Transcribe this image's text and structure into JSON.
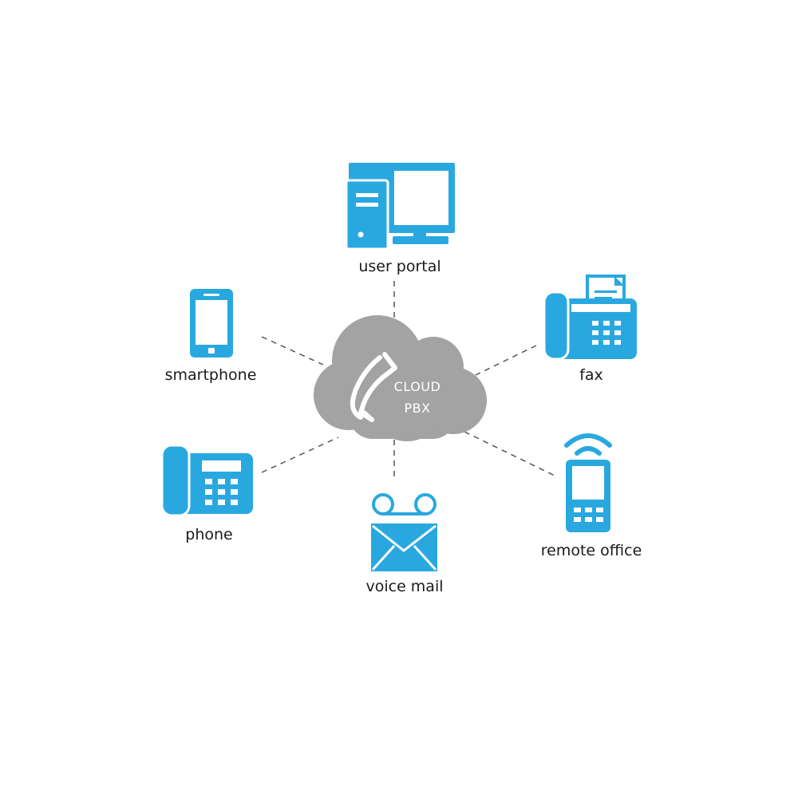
{
  "colors": {
    "icon_blue": "#29a8e0",
    "cloud_gray": "#a3a3a3",
    "label_text": "#1a1a1a",
    "connector": "#555555"
  },
  "hub": {
    "line1": "CLOUD",
    "line2": "PBX",
    "icon": "phone-handset-icon"
  },
  "nodes": {
    "user_portal": {
      "label": "user portal",
      "icon": "desktop-computer-icon"
    },
    "smartphone": {
      "label": "smartphone",
      "icon": "smartphone-icon"
    },
    "fax": {
      "label": "fax",
      "icon": "fax-machine-icon"
    },
    "phone": {
      "label": "phone",
      "icon": "desk-phone-icon"
    },
    "voice_mail": {
      "label": "voice mail",
      "icon": "voicemail-envelope-icon"
    },
    "remote_office": {
      "label": "remote office",
      "icon": "wireless-phone-icon"
    }
  }
}
